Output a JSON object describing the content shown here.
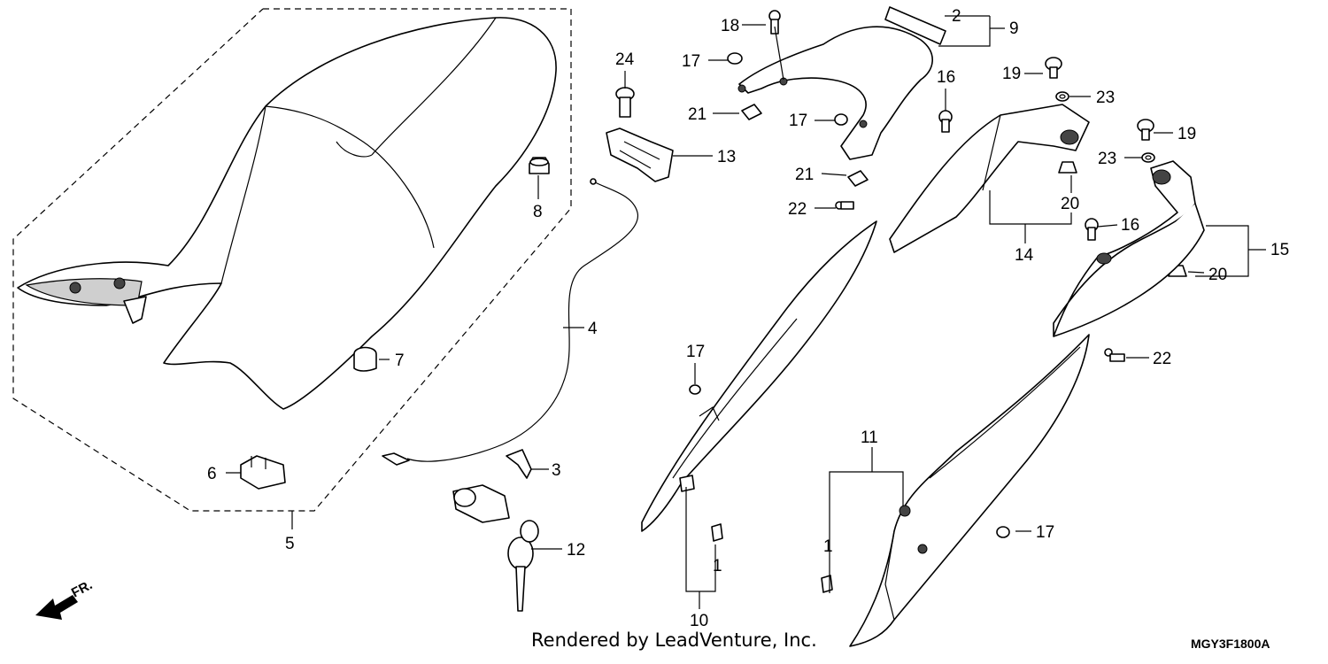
{
  "credit": "Rendered by LeadVenture, Inc.",
  "diagram_code": "MGY3F1800A",
  "front_indicator": "FR.",
  "callouts": {
    "c1a": "1",
    "c1b": "1",
    "c2": "2",
    "c3": "3",
    "c4": "4",
    "c5": "5",
    "c6": "6",
    "c7": "7",
    "c8": "8",
    "c9": "9",
    "c10": "10",
    "c11": "11",
    "c12": "12",
    "c13": "13",
    "c14": "14",
    "c15": "15",
    "c16a": "16",
    "c16b": "16",
    "c17a": "17",
    "c17b": "17",
    "c17c": "17",
    "c17d": "17",
    "c18": "18",
    "c19a": "19",
    "c19b": "19",
    "c20a": "20",
    "c20b": "20",
    "c21a": "21",
    "c21b": "21",
    "c22a": "22",
    "c22b": "22",
    "c23a": "23",
    "c23b": "23",
    "c24": "24"
  }
}
